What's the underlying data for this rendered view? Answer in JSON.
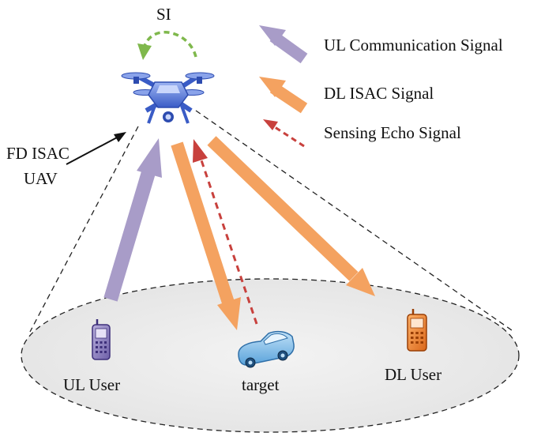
{
  "diagram": {
    "si_label": "SI",
    "uav_label_line1": "FD ISAC",
    "uav_label_line2": "UAV",
    "ul_user_label": "UL User",
    "target_label": "target",
    "dl_user_label": "DL User"
  },
  "legend": {
    "items": [
      {
        "label": "UL Communication Signal",
        "color": "#a89cc8",
        "icon": "thick-arrow-icon"
      },
      {
        "label": "DL ISAC Signal",
        "color": "#f4a260",
        "icon": "thick-arrow-icon"
      },
      {
        "label": "Sensing Echo Signal",
        "color": "#c8413d",
        "icon": "dashed-arrow-icon"
      }
    ]
  },
  "colors": {
    "ul": "#a89cc8",
    "dl": "#f4a260",
    "echo": "#c8413d",
    "si": "#7fb84c",
    "ellipse_fill": "#ececec",
    "uav_blue": "#4a6fd4"
  }
}
